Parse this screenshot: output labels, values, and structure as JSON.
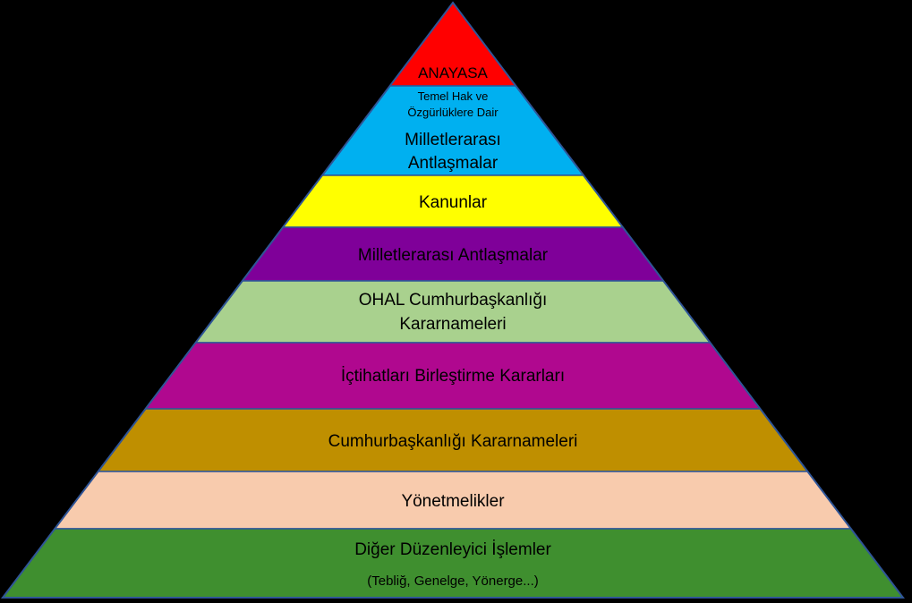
{
  "diagram": {
    "type": "pyramid",
    "background": "#000000",
    "outline_color": "#2f5597",
    "tiers": [
      {
        "id": "anayasa",
        "lines": [
          "ANAYASA"
        ],
        "color": "#ff0000"
      },
      {
        "id": "milletlerarasi-temel",
        "lines": [
          "Temel Hak ve",
          "Özgürlüklere Dair",
          "Milletlerarası",
          "Antlaşmalar"
        ],
        "color": "#00b0f0"
      },
      {
        "id": "kanunlar",
        "lines": [
          "Kanunlar"
        ],
        "color": "#ffff00"
      },
      {
        "id": "milletlerarasi-antlasmalar",
        "lines": [
          "Milletlerarası Antlaşmalar"
        ],
        "color": "#7f0099"
      },
      {
        "id": "ohal-kararnameleri",
        "lines": [
          "OHAL Cumhurbaşkanlığı",
          "Kararnameleri"
        ],
        "color": "#a9d18e"
      },
      {
        "id": "ictihatlari-birlestirme",
        "lines": [
          "İçtihatları Birleştirme Kararları"
        ],
        "color": "#b0088f"
      },
      {
        "id": "cumhurbaskanligi-kararnameleri",
        "lines": [
          "Cumhurbaşkanlığı Kararnameleri"
        ],
        "color": "#bf8f00"
      },
      {
        "id": "yonetmelikler",
        "lines": [
          "Yönetmelikler"
        ],
        "color": "#f8cbad"
      },
      {
        "id": "diger-duzenleyici-islemler",
        "lines": [
          "Diğer Düzenleyici İşlemler",
          "(Tebliğ, Genelge, Yönerge...)"
        ],
        "color": "#3f8f2f"
      }
    ]
  }
}
